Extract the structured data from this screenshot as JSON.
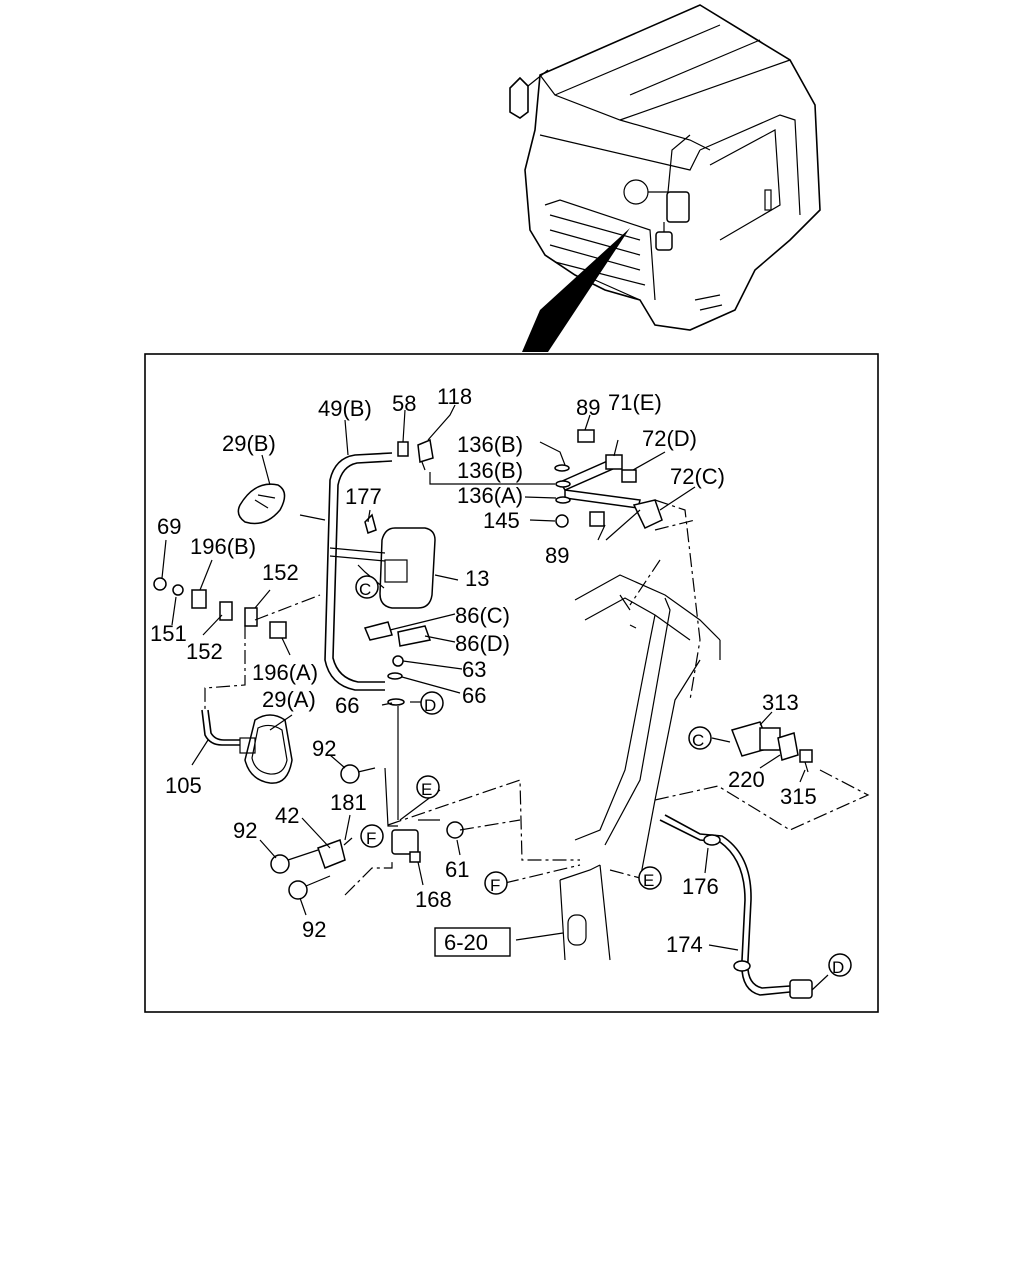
{
  "callouts": {
    "p29b": "29(B)",
    "p49b": "49(B)",
    "p58": "58",
    "p118": "118",
    "p89a": "89",
    "p71e": "71(E)",
    "p72d": "72(D)",
    "p72c": "72(C)",
    "p136b1": "136(B)",
    "p136b2": "136(B)",
    "p136a": "136(A)",
    "p145": "145",
    "p89b": "89",
    "p177": "177",
    "p13": "13",
    "p69": "69",
    "p196b": "196(B)",
    "p152a": "152",
    "p151": "151",
    "p152b": "152",
    "p196a": "196(A)",
    "p86c": "86(C)",
    "p86d": "86(D)",
    "p63": "63",
    "p66a": "66",
    "p66b": "66",
    "p29a": "29(A)",
    "p105": "105",
    "p92a": "92",
    "p181": "181",
    "p42": "42",
    "p92b": "92",
    "p92c": "92",
    "p168": "168",
    "p61": "61",
    "p313": "313",
    "p220": "220",
    "p315": "315",
    "p176": "176",
    "p174": "174"
  },
  "page_ref": "6-20",
  "refs": {
    "c1": "C",
    "c2": "C",
    "d1": "D",
    "d2": "D",
    "e1": "E",
    "e2": "E",
    "f1": "F",
    "f2": "F"
  }
}
